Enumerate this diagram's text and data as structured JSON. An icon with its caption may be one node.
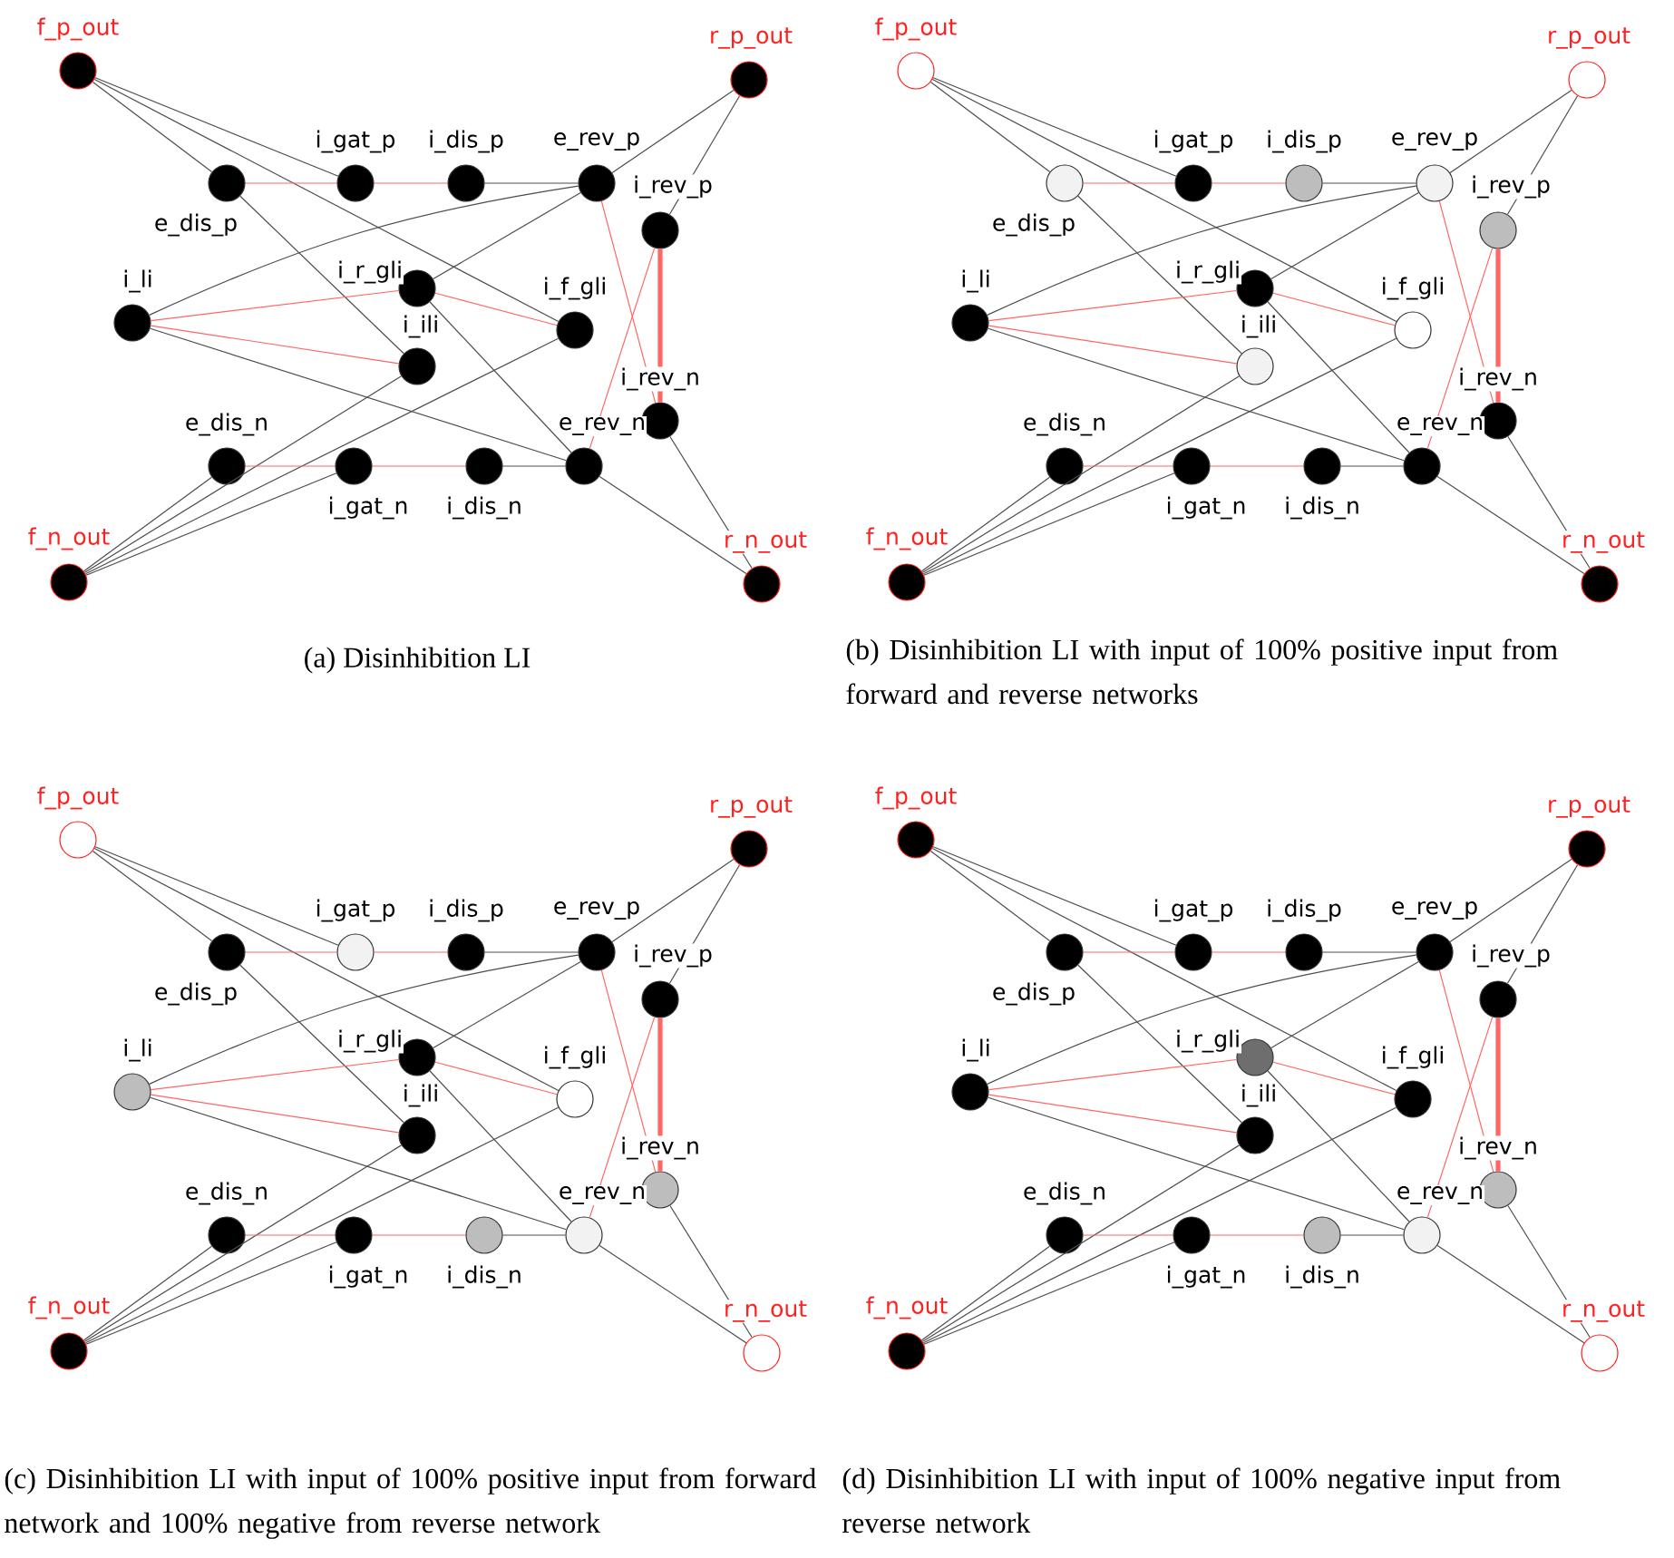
{
  "diagram": {
    "nodes": [
      {
        "text": [
          "f_p_out"
        ]
      },
      {
        "text": [
          "r_p_out"
        ]
      },
      {
        "text": [
          "e_dis_p"
        ]
      },
      {
        "text": [
          "i_gat_p"
        ]
      },
      {
        "text": [
          "i_dis_p"
        ]
      },
      {
        "text": [
          "e_rev_p"
        ]
      },
      {
        "text": [
          "i_rev_p"
        ]
      },
      {
        "text": [
          "i_r_gli"
        ]
      },
      {
        "text": [
          "i_li"
        ]
      },
      {
        "text": [
          "i_f_gli"
        ]
      },
      {
        "text": [
          "i_ili"
        ]
      },
      {
        "text": [
          "i_rev_n"
        ]
      },
      {
        "text": [
          "e_dis_n"
        ]
      },
      {
        "text": [
          "i_gat_n"
        ]
      },
      {
        "text": [
          "i_dis_n"
        ]
      },
      {
        "text": [
          "e_rev_n"
        ]
      },
      {
        "text": [
          "f_n_out"
        ]
      },
      {
        "text": [
          "r_n_out"
        ]
      },
      {
        "text": [
          "f_p_out"
        ]
      },
      {
        "text": [
          "r_p_out"
        ]
      },
      {
        "text": [
          "e_dis_p"
        ]
      },
      {
        "text": [
          "i_gat_p"
        ]
      },
      {
        "text": [
          "i_dis_p"
        ]
      },
      {
        "text": [
          "e_rev_p"
        ]
      },
      {
        "text": [
          "i_rev_p"
        ]
      },
      {
        "text": [
          "i_r_gli"
        ]
      },
      {
        "text": [
          "i_li"
        ]
      },
      {
        "text": [
          "i_f_gli"
        ]
      },
      {
        "text": [
          "i_ili"
        ]
      },
      {
        "text": [
          "i_rev_n"
        ]
      },
      {
        "text": [
          "e_dis_n"
        ]
      },
      {
        "text": [
          "i_gat_n"
        ]
      },
      {
        "text": [
          "i_dis_n"
        ]
      },
      {
        "text": [
          "e_rev_n"
        ]
      },
      {
        "text": [
          "f_n_out"
        ]
      },
      {
        "text": [
          "r_n_out"
        ]
      },
      {
        "text": [
          "f_p_out"
        ]
      },
      {
        "text": [
          "r_p_out"
        ]
      },
      {
        "text": [
          "e_dis_p"
        ]
      },
      {
        "text": [
          "i_gat_p"
        ]
      },
      {
        "text": [
          "i_dis_p"
        ]
      },
      {
        "text": [
          "e_rev_p"
        ]
      },
      {
        "text": [
          "i_rev_p"
        ]
      },
      {
        "text": [
          "i_r_gli"
        ]
      },
      {
        "text": [
          "i_li"
        ]
      },
      {
        "text": [
          "i_f_gli"
        ]
      },
      {
        "text": [
          "i_ili"
        ]
      },
      {
        "text": [
          "i_rev_n"
        ]
      },
      {
        "text": [
          "e_dis_n"
        ]
      },
      {
        "text": [
          "i_gat_n"
        ]
      },
      {
        "text": [
          "i_dis_n"
        ]
      },
      {
        "text": [
          "e_rev_n"
        ]
      },
      {
        "text": [
          "f_n_out"
        ]
      },
      {
        "text": [
          "r_n_out"
        ]
      },
      {
        "text": [
          "f_p_out"
        ]
      },
      {
        "text": [
          "r_p_out"
        ]
      },
      {
        "text": [
          "e_dis_p"
        ]
      },
      {
        "text": [
          "i_gat_p"
        ]
      },
      {
        "text": [
          "i_dis_p"
        ]
      },
      {
        "text": [
          "e_rev_p"
        ]
      },
      {
        "text": [
          "i_rev_p"
        ]
      },
      {
        "text": [
          "i_r_gli"
        ]
      },
      {
        "text": [
          "i_li"
        ]
      },
      {
        "text": [
          "i_f_gli"
        ]
      },
      {
        "text": [
          "i_ili"
        ]
      },
      {
        "text": [
          "i_rev_n"
        ]
      },
      {
        "text": [
          "e_dis_n"
        ]
      },
      {
        "text": [
          "i_gat_n"
        ]
      },
      {
        "text": [
          "i_dis_n"
        ]
      },
      {
        "text": [
          "e_rev_n"
        ]
      },
      {
        "text": [
          "f_n_out"
        ]
      },
      {
        "text": [
          "r_n_out"
        ]
      }
    ],
    "edges": [
      {
        "from": 0,
        "to": 2,
        "arrow": "none"
      },
      {
        "from": 0,
        "to": 3,
        "arrow": "none"
      },
      {
        "from": 0,
        "to": 9,
        "arrow": "none"
      },
      {
        "from": 2,
        "to": 3,
        "arrow": "none",
        "color": "#ff6666"
      },
      {
        "from": 3,
        "to": 4,
        "arrow": "none",
        "color": "#ff6666"
      },
      {
        "from": 4,
        "to": 5,
        "arrow": "none"
      },
      {
        "from": 2,
        "to": 10,
        "arrow": "none"
      },
      {
        "from": 5,
        "to": 1,
        "arrow": "none"
      },
      {
        "from": 1,
        "to": 6,
        "arrow": "none"
      },
      {
        "from": 5,
        "to": 8,
        "arrow": "none"
      },
      {
        "from": 5,
        "to": 7,
        "arrow": "none"
      },
      {
        "from": 5,
        "to": 11,
        "arrow": "none",
        "color": "#ff6666"
      },
      {
        "from": 6,
        "to": 11,
        "arrow": "none",
        "style": "thick",
        "color": "#ff6666"
      },
      {
        "from": 6,
        "to": 15,
        "arrow": "none",
        "color": "#ff6666"
      },
      {
        "from": 8,
        "to": 7,
        "arrow": "none",
        "color": "#ff6666"
      },
      {
        "from": 8,
        "to": 10,
        "arrow": "none",
        "color": "#ff6666"
      },
      {
        "from": 8,
        "to": 15,
        "arrow": "none"
      },
      {
        "from": 7,
        "to": 9,
        "arrow": "none",
        "color": "#ff6666"
      },
      {
        "from": 7,
        "to": 15,
        "arrow": "none"
      },
      {
        "from": 16,
        "to": 12,
        "arrow": "none"
      },
      {
        "from": 16,
        "to": 10,
        "arrow": "none"
      },
      {
        "from": 16,
        "to": 9,
        "arrow": "none"
      },
      {
        "from": 16,
        "to": 13,
        "arrow": "none"
      },
      {
        "from": 12,
        "to": 13,
        "arrow": "none",
        "color": "#ff6666"
      },
      {
        "from": 13,
        "to": 14,
        "arrow": "none",
        "color": "#ff6666"
      },
      {
        "from": 14,
        "to": 15,
        "arrow": "none"
      },
      {
        "from": 15,
        "to": 17,
        "arrow": "none"
      },
      {
        "from": 11,
        "to": 17,
        "arrow": "none"
      },
      {
        "from": 18,
        "to": 20,
        "arrow": "none"
      },
      {
        "from": 18,
        "to": 21,
        "arrow": "none"
      },
      {
        "from": 18,
        "to": 27,
        "arrow": "none"
      },
      {
        "from": 20,
        "to": 21,
        "arrow": "none",
        "color": "#ff6666"
      },
      {
        "from": 21,
        "to": 22,
        "arrow": "none",
        "color": "#ff6666"
      },
      {
        "from": 22,
        "to": 23,
        "arrow": "none"
      },
      {
        "from": 20,
        "to": 28,
        "arrow": "none"
      },
      {
        "from": 23,
        "to": 19,
        "arrow": "none"
      },
      {
        "from": 19,
        "to": 24,
        "arrow": "none"
      },
      {
        "from": 23,
        "to": 26,
        "arrow": "none"
      },
      {
        "from": 23,
        "to": 25,
        "arrow": "none"
      },
      {
        "from": 23,
        "to": 29,
        "arrow": "none",
        "color": "#ff6666"
      },
      {
        "from": 24,
        "to": 29,
        "arrow": "none",
        "style": "thick",
        "color": "#ff6666"
      },
      {
        "from": 24,
        "to": 33,
        "arrow": "none",
        "color": "#ff6666"
      },
      {
        "from": 26,
        "to": 25,
        "arrow": "none",
        "color": "#ff6666"
      },
      {
        "from": 26,
        "to": 28,
        "arrow": "none",
        "color": "#ff6666"
      },
      {
        "from": 26,
        "to": 33,
        "arrow": "none"
      },
      {
        "from": 25,
        "to": 27,
        "arrow": "none",
        "color": "#ff6666"
      },
      {
        "from": 25,
        "to": 33,
        "arrow": "none"
      },
      {
        "from": 34,
        "to": 30,
        "arrow": "none"
      },
      {
        "from": 34,
        "to": 28,
        "arrow": "none"
      },
      {
        "from": 34,
        "to": 27,
        "arrow": "none"
      },
      {
        "from": 34,
        "to": 31,
        "arrow": "none"
      },
      {
        "from": 30,
        "to": 31,
        "arrow": "none",
        "color": "#ff6666"
      },
      {
        "from": 31,
        "to": 32,
        "arrow": "none",
        "color": "#ff6666"
      },
      {
        "from": 32,
        "to": 33,
        "arrow": "none"
      },
      {
        "from": 33,
        "to": 35,
        "arrow": "none"
      },
      {
        "from": 29,
        "to": 35,
        "arrow": "none"
      },
      {
        "from": 36,
        "to": 38,
        "arrow": "none"
      },
      {
        "from": 36,
        "to": 39,
        "arrow": "none"
      },
      {
        "from": 36,
        "to": 45,
        "arrow": "none"
      },
      {
        "from": 38,
        "to": 39,
        "arrow": "none",
        "color": "#ff6666"
      },
      {
        "from": 39,
        "to": 40,
        "arrow": "none",
        "color": "#ff6666"
      },
      {
        "from": 40,
        "to": 41,
        "arrow": "none"
      },
      {
        "from": 38,
        "to": 46,
        "arrow": "none"
      },
      {
        "from": 41,
        "to": 37,
        "arrow": "none"
      },
      {
        "from": 37,
        "to": 42,
        "arrow": "none"
      },
      {
        "from": 41,
        "to": 44,
        "arrow": "none"
      },
      {
        "from": 41,
        "to": 43,
        "arrow": "none"
      },
      {
        "from": 41,
        "to": 47,
        "arrow": "none",
        "color": "#ff6666"
      },
      {
        "from": 42,
        "to": 47,
        "arrow": "none",
        "style": "thick",
        "color": "#ff6666"
      },
      {
        "from": 42,
        "to": 51,
        "arrow": "none",
        "color": "#ff6666"
      },
      {
        "from": 44,
        "to": 43,
        "arrow": "none",
        "color": "#ff6666"
      },
      {
        "from": 44,
        "to": 46,
        "arrow": "none",
        "color": "#ff6666"
      },
      {
        "from": 44,
        "to": 51,
        "arrow": "none"
      },
      {
        "from": 43,
        "to": 45,
        "arrow": "none",
        "color": "#ff6666"
      },
      {
        "from": 43,
        "to": 51,
        "arrow": "none"
      },
      {
        "from": 52,
        "to": 48,
        "arrow": "none"
      },
      {
        "from": 52,
        "to": 46,
        "arrow": "none"
      },
      {
        "from": 52,
        "to": 45,
        "arrow": "none"
      },
      {
        "from": 52,
        "to": 49,
        "arrow": "none"
      },
      {
        "from": 48,
        "to": 49,
        "arrow": "none",
        "color": "#ff6666"
      },
      {
        "from": 49,
        "to": 50,
        "arrow": "none",
        "color": "#ff6666"
      },
      {
        "from": 50,
        "to": 51,
        "arrow": "none"
      },
      {
        "from": 51,
        "to": 53,
        "arrow": "none"
      },
      {
        "from": 47,
        "to": 53,
        "arrow": "none"
      },
      {
        "from": 54,
        "to": 56,
        "arrow": "none"
      },
      {
        "from": 54,
        "to": 57,
        "arrow": "none"
      },
      {
        "from": 54,
        "to": 63,
        "arrow": "none"
      },
      {
        "from": 56,
        "to": 57,
        "arrow": "none",
        "color": "#ff6666"
      },
      {
        "from": 57,
        "to": 58,
        "arrow": "none",
        "color": "#ff6666"
      },
      {
        "from": 58,
        "to": 59,
        "arrow": "none"
      },
      {
        "from": 56,
        "to": 64,
        "arrow": "none"
      },
      {
        "from": 59,
        "to": 55,
        "arrow": "none"
      },
      {
        "from": 55,
        "to": 60,
        "arrow": "none"
      },
      {
        "from": 59,
        "to": 62,
        "arrow": "none"
      },
      {
        "from": 59,
        "to": 61,
        "arrow": "none"
      },
      {
        "from": 59,
        "to": 65,
        "arrow": "none",
        "color": "#ff6666"
      },
      {
        "from": 60,
        "to": 65,
        "arrow": "none",
        "style": "thick",
        "color": "#ff6666"
      },
      {
        "from": 60,
        "to": 69,
        "arrow": "none",
        "color": "#ff6666"
      },
      {
        "from": 62,
        "to": 61,
        "arrow": "none",
        "color": "#ff6666"
      },
      {
        "from": 62,
        "to": 64,
        "arrow": "none",
        "color": "#ff6666"
      },
      {
        "from": 62,
        "to": 69,
        "arrow": "none"
      },
      {
        "from": 61,
        "to": 63,
        "arrow": "none",
        "color": "#ff6666"
      },
      {
        "from": 61,
        "to": 69,
        "arrow": "none"
      },
      {
        "from": 70,
        "to": 66,
        "arrow": "none"
      },
      {
        "from": 70,
        "to": 64,
        "arrow": "none"
      },
      {
        "from": 70,
        "to": 63,
        "arrow": "none"
      },
      {
        "from": 70,
        "to": 67,
        "arrow": "none"
      },
      {
        "from": 66,
        "to": 67,
        "arrow": "none",
        "color": "#ff6666"
      },
      {
        "from": 67,
        "to": 68,
        "arrow": "none",
        "color": "#ff6666"
      },
      {
        "from": 68,
        "to": 69,
        "arrow": "none"
      },
      {
        "from": 69,
        "to": 71,
        "arrow": "none"
      },
      {
        "from": 65,
        "to": 71,
        "arrow": "none"
      }
    ],
    "labels": [
      "(a) Disinhibition LI",
      "(b) Disinhibition LI with input of 100% positive input from forward and reverse networks",
      "(c) Disinhibition LI with input of 100% positive input from forward network and 100% negative from reverse network",
      "(d) Disinhibition LI with input of 100% negative input from reverse network"
    ]
  }
}
